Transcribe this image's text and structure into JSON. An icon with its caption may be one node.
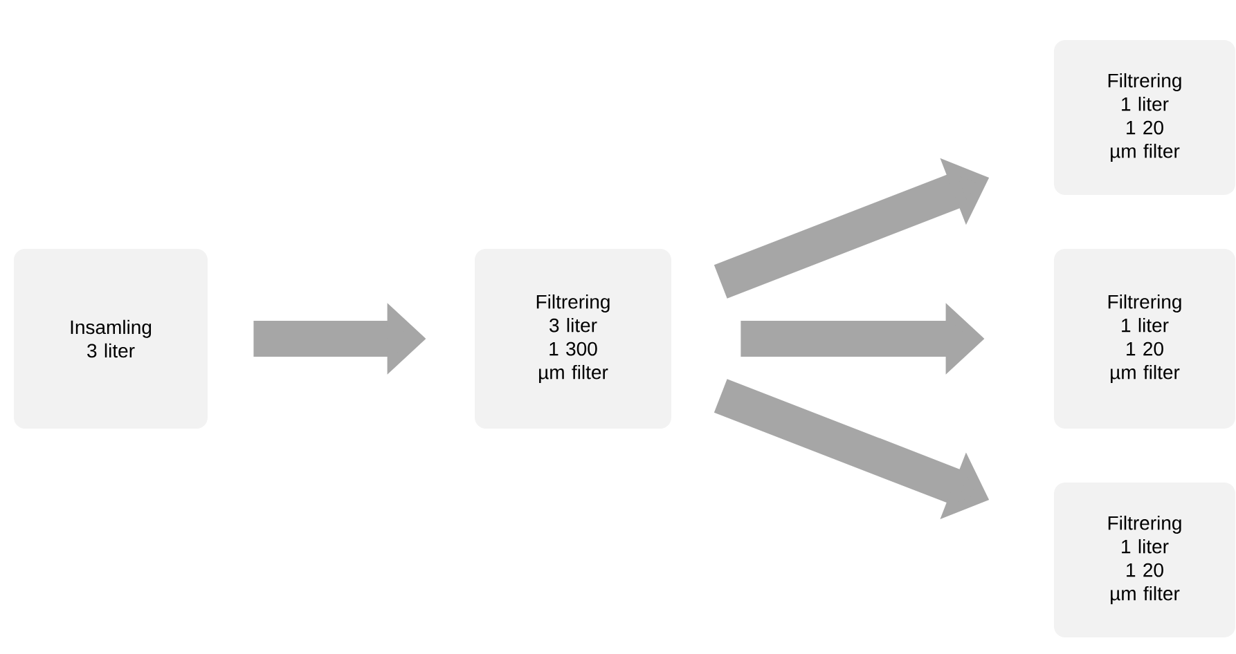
{
  "diagram": {
    "nodes": [
      {
        "text": [
          "Insamling 3 liter"
        ]
      },
      {
        "text": [
          "Filtrering 3 liter 1 300 µm filter"
        ]
      },
      {
        "text": [
          "Filtrering 1 liter 1 20 µm filter"
        ]
      },
      {
        "text": [
          "Filtrering 1 liter 1 20 µm filter"
        ]
      },
      {
        "text": [
          "Filtrering 1 liter 1 20 µm filter"
        ]
      }
    ],
    "edges": [
      {
        "from": 0,
        "to": 1,
        "arrow": "to"
      },
      {
        "from": 1,
        "to": 2,
        "arrow": "to"
      },
      {
        "from": 1,
        "to": 3,
        "arrow": "to"
      },
      {
        "from": 1,
        "to": 4,
        "arrow": "to"
      }
    ]
  }
}
